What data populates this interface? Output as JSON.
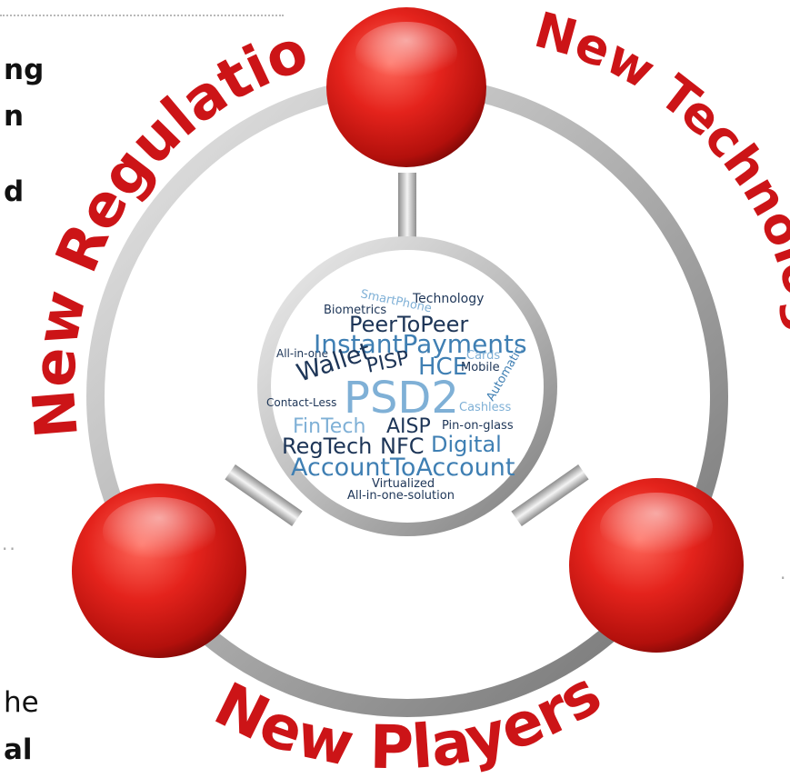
{
  "left_fragments": {
    "line1": "ng",
    "line2": "n",
    "line3": "d",
    "line4": "he",
    "line5": "al"
  },
  "ellipses": {
    "left": "..",
    "right": "."
  },
  "labels": {
    "regulation": "New Regulation",
    "technologies": "New Technologies",
    "players": "New Players"
  },
  "word_cloud": {
    "smartphone": "SmartPhone",
    "technology": "Technology",
    "biometrics": "Biometrics",
    "peertopeer": "PeerToPeer",
    "all_in_one": "All-in-one",
    "instantpayments": "InstantPayments",
    "cards": "Cards",
    "wallet": "Wallet",
    "pisp": "PISP",
    "hce": "HCE",
    "mobile": "Mobile",
    "automatic": "Automatic",
    "contact_less": "Contact-Less",
    "psd2": "PSD2",
    "cashless": "Cashless",
    "fintech": "FinTech",
    "aisp": "AISP",
    "pin_on_glass": "Pin-on-glass",
    "regtech": "RegTech",
    "nfc": "NFC",
    "digital": "Digital",
    "accounttoaccount": "AccountToAccount",
    "virtualized": "Virtualized",
    "all_in_one_solution": "All-in-one-solution"
  },
  "colors": {
    "accent_red": "#cc1417",
    "ring_grey": "#9a9a9a",
    "word_dark": "#1d3557",
    "word_mid": "#3f7fb3",
    "word_light": "#7fb0d6"
  }
}
